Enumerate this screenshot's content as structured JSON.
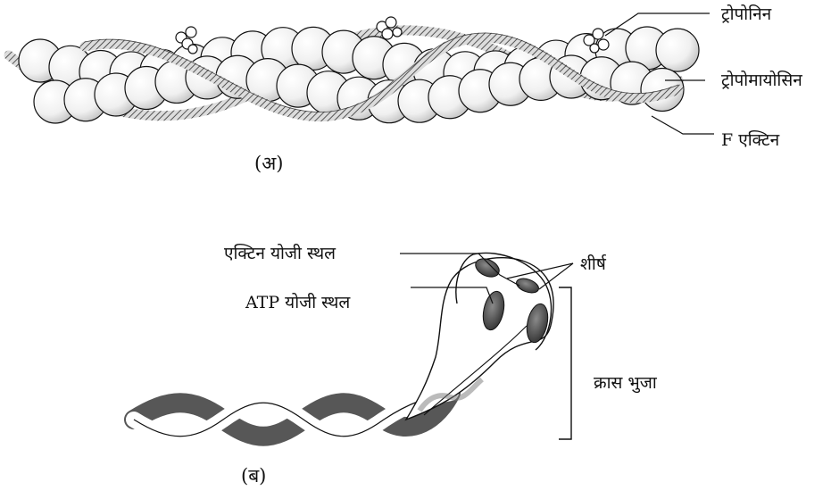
{
  "panel_a": {
    "caption": "(अ)",
    "labels": {
      "troponin": "ट्रोपोनिन",
      "tropomyosin": "ट्रोपोमायोसिन",
      "f_actin": "F एक्टिन"
    }
  },
  "panel_b": {
    "caption": "(ब)",
    "labels": {
      "actin_binding_site": "एक्टिन योजी स्थल",
      "atp_binding_site": "ATP योजी स्थल",
      "head": "शीर्ष",
      "cross_arm": "क्रास भुजा"
    }
  },
  "colors": {
    "ink": "#111111",
    "bead_fill": "#f4f4f4",
    "bead_shade": "#cfcfcf",
    "dark_fill": "#555555"
  }
}
